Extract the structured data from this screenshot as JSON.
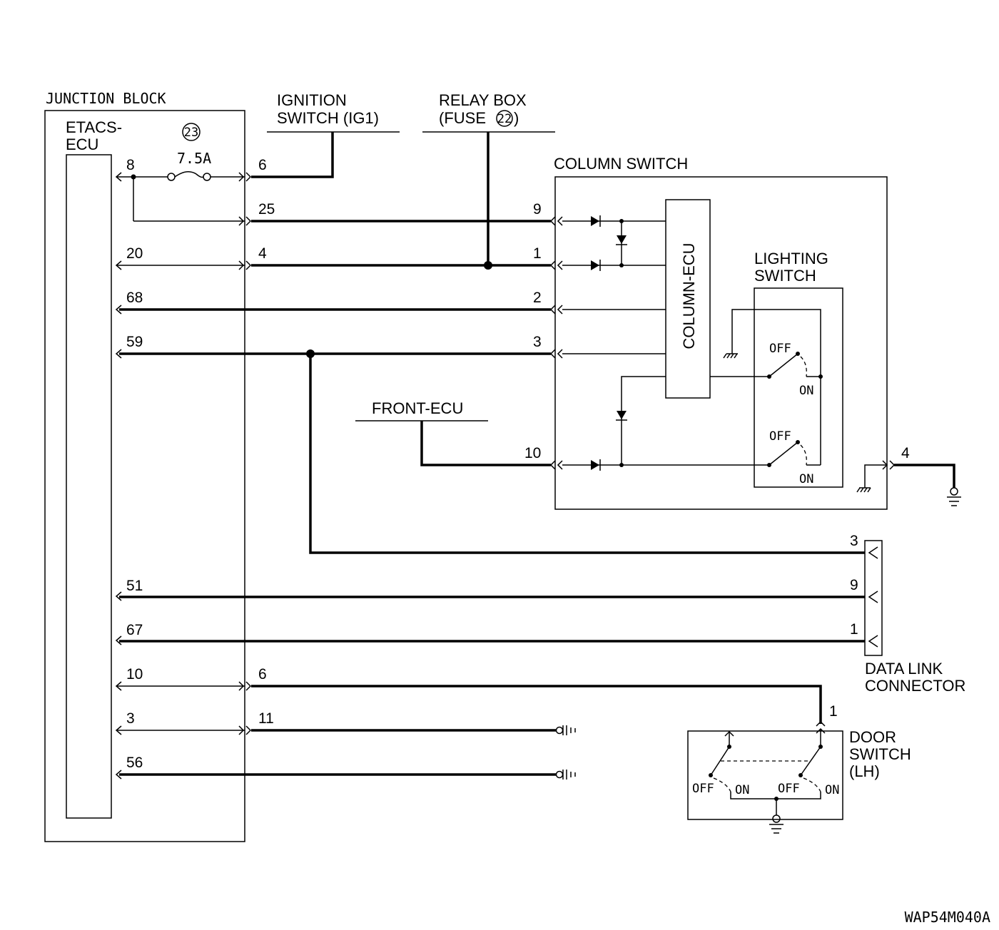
{
  "junction_block": {
    "title": "JUNCTION BLOCK",
    "ecu_line1": "ETACS-",
    "ecu_line2": "ECU",
    "fuse_number": "23",
    "fuse_rating": "7.5A"
  },
  "ignition_switch": {
    "line1": "IGNITION",
    "line2": "SWITCH (IG1)"
  },
  "relay_box": {
    "line1": "RELAY BOX",
    "line2_prefix": "(FUSE",
    "fuse_number": "22",
    "line2_suffix": ")"
  },
  "column_switch": {
    "title": "COLUMN SWITCH",
    "ecu_label": "COLUMN-ECU",
    "lighting_line1": "LIGHTING",
    "lighting_line2": "SWITCH"
  },
  "front_ecu": {
    "label": "FRONT-ECU"
  },
  "data_link_connector": {
    "line1": "DATA LINK",
    "line2": "CONNECTOR"
  },
  "door_switch": {
    "line1": "DOOR",
    "line2": "SWITCH",
    "line3": "(LH)"
  },
  "switch_states": {
    "off": "OFF",
    "on": "ON"
  },
  "etacs_pins": [
    "8",
    "20",
    "68",
    "59",
    "51",
    "67",
    "10",
    "3",
    "56"
  ],
  "junction_outer_pins": [
    "6",
    "25",
    "4",
    "6",
    "11"
  ],
  "column_switch_pins": [
    "9",
    "1",
    "2",
    "3",
    "10",
    "4"
  ],
  "dlc_pins": [
    "3",
    "9",
    "1"
  ],
  "door_switch_pin": "1",
  "figure_code": "WAP54M040A"
}
